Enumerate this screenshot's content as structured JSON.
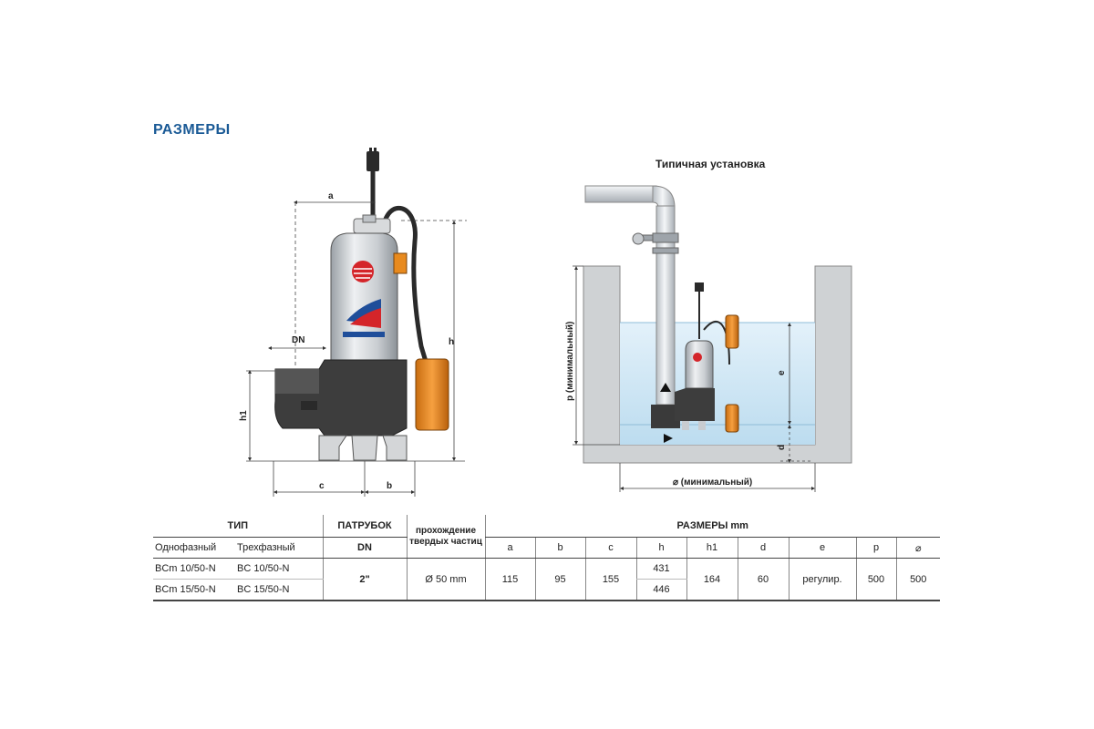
{
  "section_title": "РАЗМЕРЫ",
  "install_title": "Типичная установка",
  "dims": {
    "a": "a",
    "b": "b",
    "c": "c",
    "h": "h",
    "h1": "h1",
    "DN": "DN",
    "p": "p (минимальный)",
    "e": "e",
    "d": "d",
    "width": "⌀ (минимальный)"
  },
  "table": {
    "h_type": "ТИП",
    "h_nozzle": "ПАТРУБОК",
    "h_passage": "прохождение твердых частиц",
    "h_sizes": "РАЗМЕРЫ mm",
    "h_single": "Однофазный",
    "h_three": "Трехфазный",
    "h_dn": "DN",
    "cols": [
      "a",
      "b",
      "c",
      "h",
      "h1",
      "d",
      "e",
      "p",
      "⌀"
    ],
    "rows": [
      {
        "single": "BCm 10/50-N",
        "three": "BC 10/50-N",
        "h": "431"
      },
      {
        "single": "BCm 15/50-N",
        "three": "BC 15/50-N",
        "h": "446"
      }
    ],
    "dn_value": "2\"",
    "passage_value": "Ø 50 mm",
    "a": "115",
    "b": "95",
    "c": "155",
    "h1": "164",
    "d": "60",
    "e": "регулир.",
    "p": "500",
    "w": "500"
  },
  "colors": {
    "title_blue": "#1a5a96",
    "water": "#cfe6f4",
    "pump_body": "#c8ccd0",
    "pump_base": "#3a3a3a",
    "float": "#e88a1e",
    "brand_red": "#d4252a"
  }
}
